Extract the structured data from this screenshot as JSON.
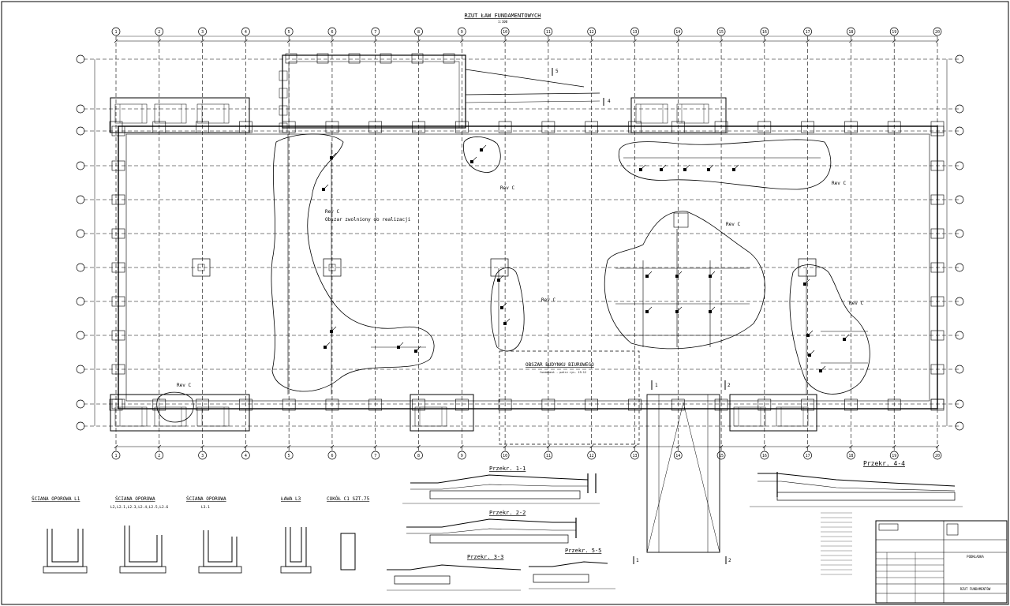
{
  "drawing": {
    "title": "RZUT ŁAW FUNDAMENTOWYCH",
    "scale": "1:100",
    "grid_numbers": [
      "1",
      "2",
      "3",
      "4",
      "5",
      "6",
      "7",
      "8",
      "9",
      "10",
      "11",
      "12",
      "13",
      "14",
      "15",
      "16",
      "17",
      "18",
      "19",
      "20"
    ],
    "office_area": {
      "title": "OBSZAR BUDYNKU BIUROWEGO",
      "note": "fundament - patrz rys. 19-12"
    },
    "revisions": [
      {
        "label": "Rev C"
      },
      {
        "label": "Rev C"
      },
      {
        "label": "Rev C"
      },
      {
        "label": "Rev C"
      },
      {
        "label": "Rev C"
      },
      {
        "label": "Rev C"
      },
      {
        "label": "Rev C"
      }
    ],
    "excluded_area": "Obszar zwolniony do realizacji",
    "sections": [
      {
        "title": "Przekr. 1-1"
      },
      {
        "title": "Przekr. 2-2"
      },
      {
        "title": "Przekr. 3-3"
      },
      {
        "title": "Przekr. 4-4"
      },
      {
        "title": "Przekr. 5-5"
      }
    ],
    "details": [
      {
        "title": "ŚCIANA OPOROWA L1"
      },
      {
        "title": "ŚCIANA OPOROWA",
        "sub": "L2,L2.1,L2.3,L2.4,L2.5,L2.6"
      },
      {
        "title": "ŚCIANA OPOROWA",
        "sub": "L3.1"
      },
      {
        "title": "ŁAWA L3"
      },
      {
        "title": "COKÓŁ C1 SZT.75"
      }
    ],
    "title_block": {
      "project": "PODKŁADKA",
      "drawing": "RZUT FUNDAMENTÓW"
    }
  }
}
